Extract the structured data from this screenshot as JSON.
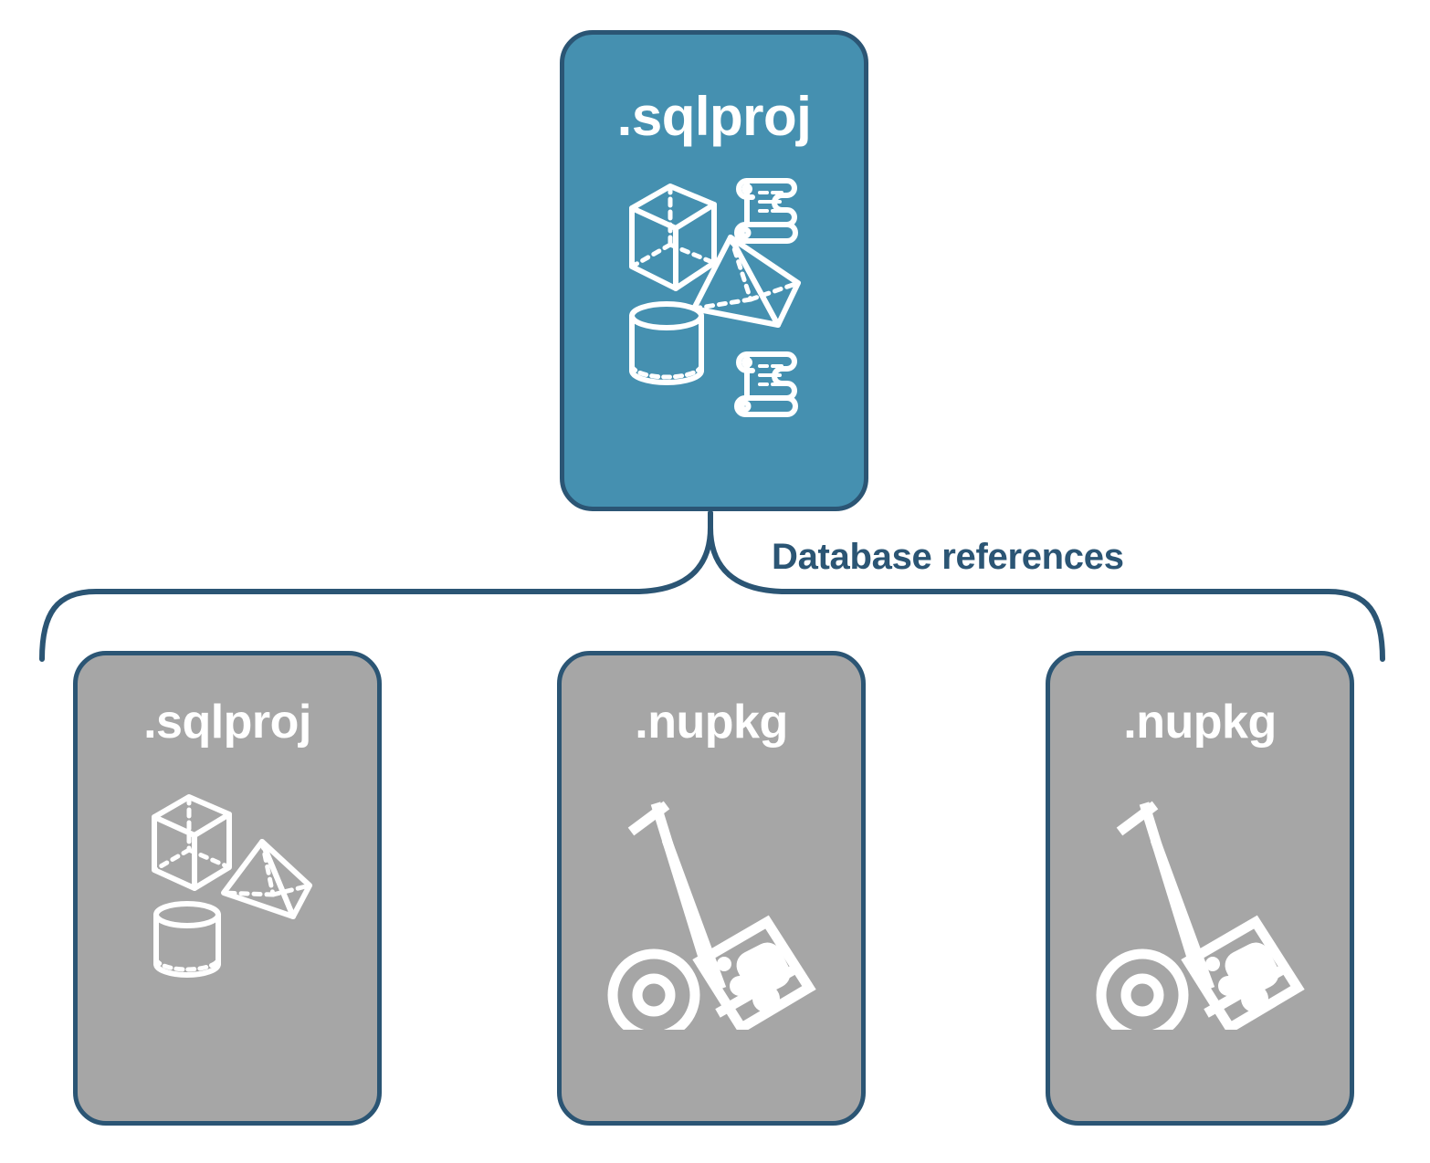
{
  "diagram": {
    "title": "Database references",
    "colors": {
      "blue_fill": "#4590b0",
      "gray_fill": "#a6a6a6",
      "stroke": "#2b5574",
      "label_text": "#2b5574",
      "node_text": "#ffffff",
      "background": "#ffffff"
    },
    "connector": {
      "type": "curly-brace",
      "label": "Database references"
    },
    "parent": {
      "label": ".sqlproj",
      "fill": "blue",
      "icons": [
        "cube-icon",
        "scroll-icon",
        "pyramid-icon",
        "cylinder-icon",
        "scroll-icon"
      ]
    },
    "children": [
      {
        "label": ".sqlproj",
        "fill": "gray",
        "icons": [
          "cube-icon",
          "pyramid-icon",
          "cylinder-icon"
        ]
      },
      {
        "label": ".nupkg",
        "fill": "gray",
        "icons": [
          "hand-truck-package-icon"
        ]
      },
      {
        "label": ".nupkg",
        "fill": "gray",
        "icons": [
          "hand-truck-package-icon"
        ]
      }
    ]
  }
}
